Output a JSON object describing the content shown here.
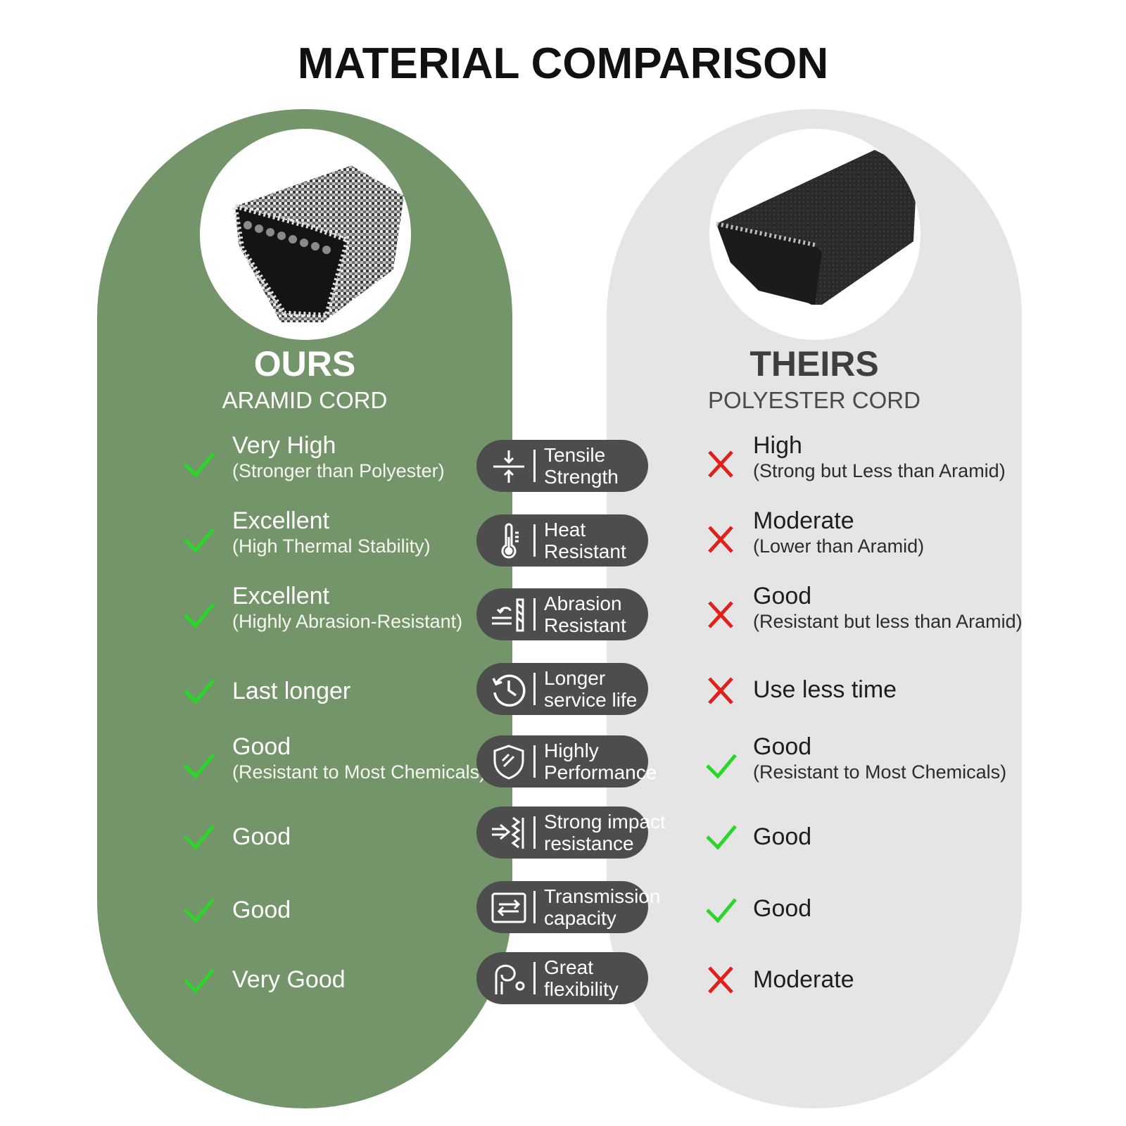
{
  "title": "MATERIAL COMPARISON",
  "ours": {
    "heading": "OURS",
    "subheading": "ARAMID CORD",
    "panel_color": "#74946a"
  },
  "theirs": {
    "heading": "THEIRS",
    "subheading": "POLYESTER CORD",
    "panel_color": "#e5e5e5"
  },
  "colors": {
    "check": "#2bd62b",
    "cross": "#e0201b",
    "pill": "#4d4d4d"
  },
  "rows": [
    {
      "icon": "tensile-arrows-icon",
      "feature": [
        "Tensile",
        "Strength"
      ],
      "ours": {
        "mark": "check",
        "main": "Very High",
        "note": "(Stronger than Polyester)"
      },
      "theirs": {
        "mark": "cross",
        "main": "High",
        "note": "(Strong but Less than Aramid)"
      }
    },
    {
      "icon": "thermometer-icon",
      "feature": [
        "Heat",
        "Resistant"
      ],
      "ours": {
        "mark": "check",
        "main": "Excellent",
        "note": "(High Thermal Stability)"
      },
      "theirs": {
        "mark": "cross",
        "main": "Moderate",
        "note": "(Lower than Aramid)"
      }
    },
    {
      "icon": "abrasion-icon",
      "feature": [
        "Abrasion",
        "Resistant"
      ],
      "ours": {
        "mark": "check",
        "main": "Excellent",
        "note": "(Highly Abrasion-Resistant)"
      },
      "theirs": {
        "mark": "cross",
        "main": "Good",
        "note": "(Resistant but less than Aramid)"
      }
    },
    {
      "icon": "clock-history-icon",
      "feature": [
        "Longer",
        "service life"
      ],
      "ours": {
        "mark": "check",
        "main": "Last longer",
        "note": ""
      },
      "theirs": {
        "mark": "cross",
        "main": "Use less time",
        "note": ""
      }
    },
    {
      "icon": "shield-icon",
      "feature": [
        "Highly",
        "Performance"
      ],
      "ours": {
        "mark": "check",
        "main": "Good",
        "note": "(Resistant to Most Chemicals)"
      },
      "theirs": {
        "mark": "check",
        "main": "Good",
        "note": "(Resistant to Most Chemicals)"
      }
    },
    {
      "icon": "impact-icon",
      "feature": [
        "Strong impact",
        "resistance"
      ],
      "ours": {
        "mark": "check",
        "main": "Good",
        "note": ""
      },
      "theirs": {
        "mark": "check",
        "main": "Good",
        "note": ""
      }
    },
    {
      "icon": "transmission-icon",
      "feature": [
        "Transmission",
        "capacity"
      ],
      "ours": {
        "mark": "check",
        "main": "Good",
        "note": ""
      },
      "theirs": {
        "mark": "check",
        "main": "Good",
        "note": ""
      }
    },
    {
      "icon": "flexibility-icon",
      "feature": [
        "Great",
        "flexibility"
      ],
      "ours": {
        "mark": "check",
        "main": "Very Good",
        "note": ""
      },
      "theirs": {
        "mark": "cross",
        "main": "Moderate",
        "note": ""
      }
    }
  ]
}
